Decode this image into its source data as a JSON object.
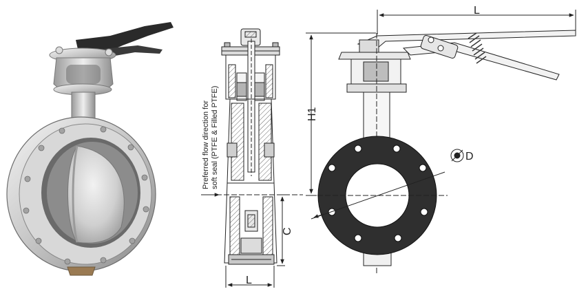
{
  "labels": {
    "flow_line1": "Preferred flow direction for",
    "flow_line2": "soft seal (PTFE & Filled PTFE)",
    "dim_l_section": "L",
    "dim_c": "C",
    "dim_l_top": "L",
    "dim_h1": "H1",
    "dim_d": "D"
  },
  "colors": {
    "metal_light": "#e6e6e6",
    "metal_mid": "#b9b9b9",
    "metal_dark": "#7d7d7d",
    "handle": "#2a2a2a",
    "flange_face": "#2f2f2f",
    "line": "#222222",
    "hatch": "#555555"
  }
}
